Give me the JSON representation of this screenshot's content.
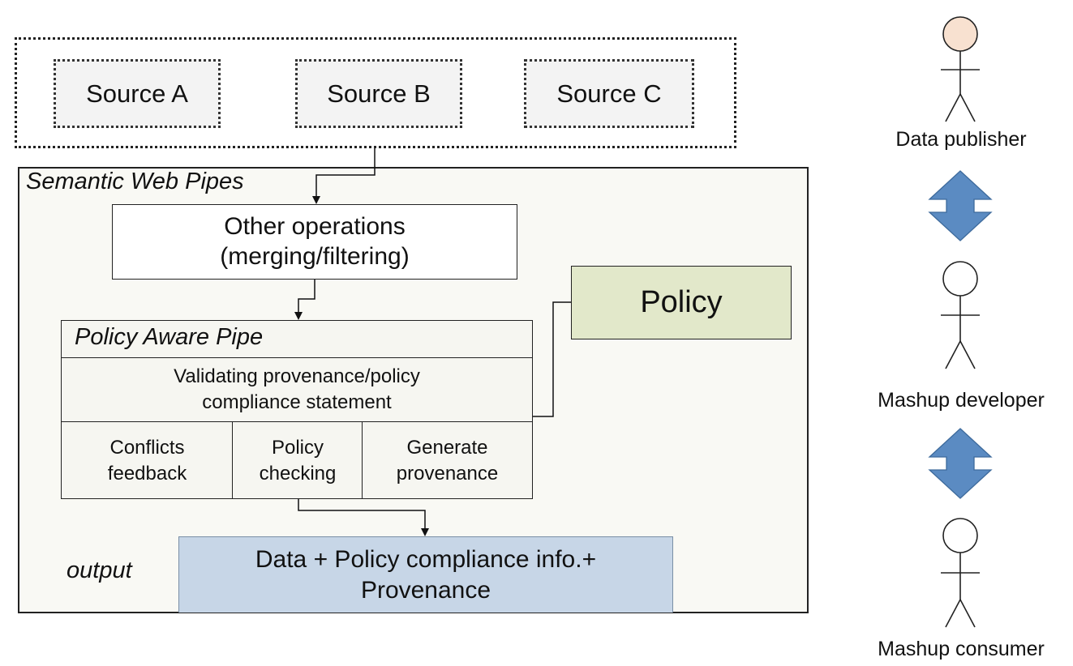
{
  "sources": [
    "Source A",
    "Source B",
    "Source C"
  ],
  "pipes": {
    "title": "Semantic Web Pipes",
    "other_operations": [
      "Other operations",
      "(merging/filtering)"
    ],
    "policy": "Policy",
    "policy_aware_pipe": {
      "title": "Policy Aware Pipe",
      "validating": [
        "Validating provenance/policy",
        "compliance statement"
      ],
      "cells": [
        [
          "Conflicts",
          "feedback"
        ],
        [
          "Policy",
          "checking"
        ],
        [
          "Generate",
          "provenance"
        ]
      ]
    },
    "output_label": "output",
    "output_box": [
      "Data + Policy compliance info.+",
      "Provenance"
    ]
  },
  "actors": [
    {
      "label": "Data publisher",
      "head_color": "#f8e1d0"
    },
    {
      "label": "Mashup developer",
      "head_color": "#ffffff"
    },
    {
      "label": "Mashup consumer",
      "head_color": "#ffffff"
    }
  ],
  "colors": {
    "policy_fill": "#e2e8ca",
    "output_fill": "#c7d6e7",
    "double_arrow_fill": "#5b8bc2",
    "double_arrow_stroke": "#3d6a9c"
  }
}
